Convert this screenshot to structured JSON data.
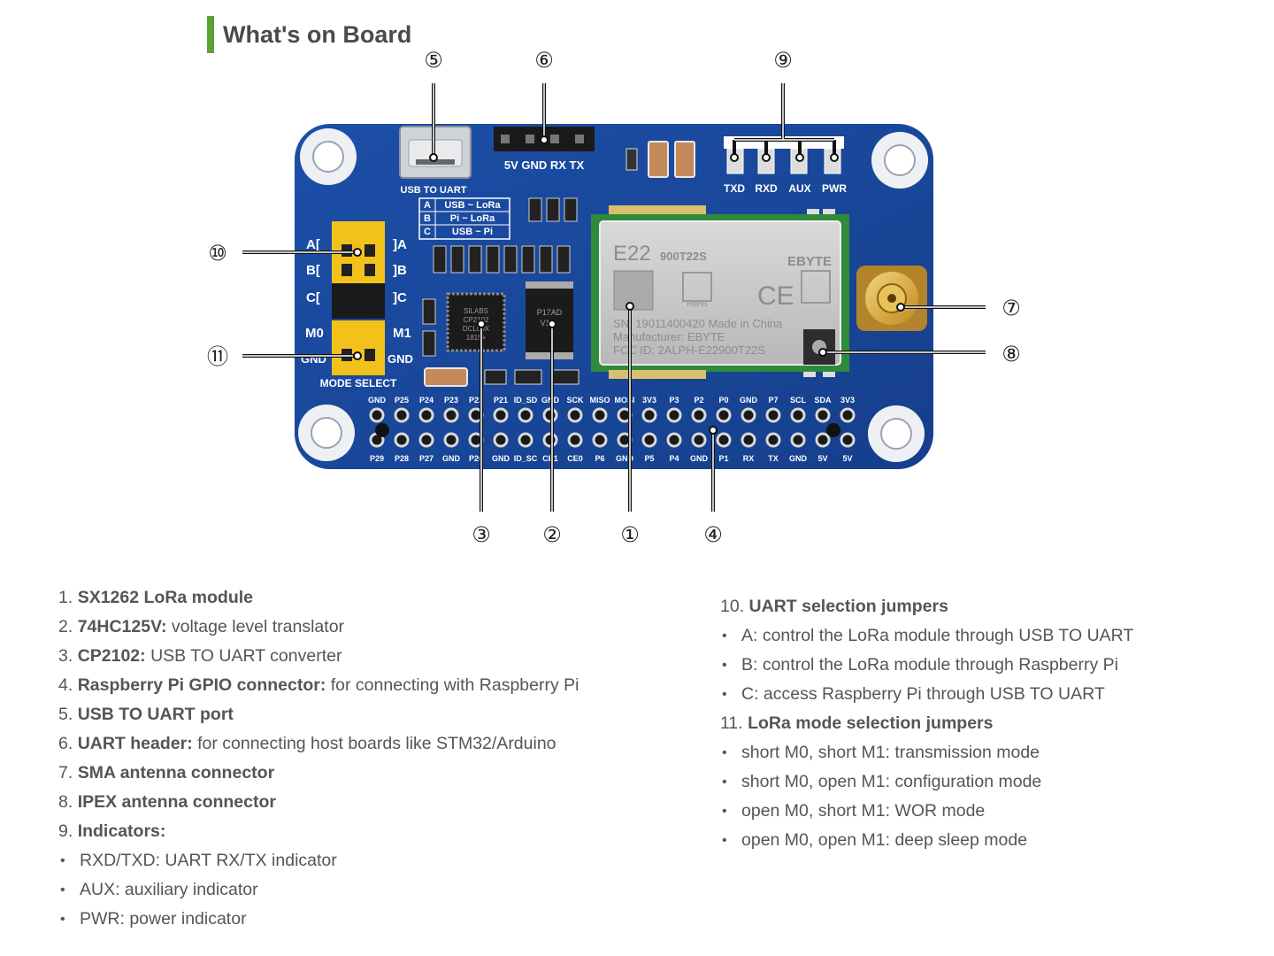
{
  "header": {
    "title": "What's on Board"
  },
  "board": {
    "usb_label": "USB TO UART",
    "uart_header_label": "5V GND RX TX",
    "mode_table": [
      {
        "key": "A",
        "value": "USB ~ LoRa"
      },
      {
        "key": "B",
        "value": "Pi ~ LoRa"
      },
      {
        "key": "C",
        "value": "USB ~ Pi"
      }
    ],
    "leds": [
      "TXD",
      "RXD",
      "AUX",
      "PWR"
    ],
    "jumper_left": [
      "A[",
      "B[",
      "C["
    ],
    "jumper_right": [
      "]A",
      "]B",
      "]C"
    ],
    "m0": "M0",
    "m1": "M1",
    "gnd_left": "GND",
    "gnd_right": "GND",
    "mode_select": "MODE SELECT",
    "module": {
      "model": "E22",
      "submodel": "900T22S",
      "brand": "EBYTE",
      "ce": "CE",
      "rohs": "RoHS",
      "sn": "SN: 19011400420  Made in China",
      "manufacturer": "Manufacturer: EBYTE",
      "fcc": "FCC ID: 2ALPH-E22900T22S"
    },
    "chip1": [
      "SILABS",
      "CP2102",
      "DCL00X",
      "1815+"
    ],
    "chip2": [
      "P17AD",
      "V1"
    ],
    "gpio_top": [
      "GND",
      "P25",
      "P24",
      "P23",
      "P22",
      "P21",
      "ID_SD",
      "GND",
      "SCK",
      "MISO",
      "MOSI",
      "3V3",
      "P3",
      "P2",
      "P0",
      "GND",
      "P7",
      "SCL",
      "SDA",
      "3V3"
    ],
    "gpio_bottom": [
      "P29",
      "P28",
      "P27",
      "GND",
      "P26",
      "GND",
      "ID_SC",
      "CE1",
      "CE0",
      "P6",
      "GND",
      "P5",
      "P4",
      "GND",
      "P1",
      "RX",
      "TX",
      "GND",
      "5V",
      "5V"
    ]
  },
  "callouts": [
    "①",
    "②",
    "③",
    "④",
    "⑤",
    "⑥",
    "⑦",
    "⑧",
    "⑨",
    "⑩",
    "⑪"
  ],
  "list": {
    "items": [
      {
        "num": "1.",
        "bold": "SX1262 LoRa module",
        "text": ""
      },
      {
        "num": "2.",
        "bold": "74HC125V:",
        "text": " voltage level translator"
      },
      {
        "num": "3.",
        "bold": "CP2102:",
        "text": " USB TO UART converter"
      },
      {
        "num": "4.",
        "bold": "Raspberry Pi GPIO connector:",
        "text": " for connecting with Raspberry Pi"
      },
      {
        "num": "5.",
        "bold": "USB TO UART port",
        "text": ""
      },
      {
        "num": "6.",
        "bold": "UART header:",
        "text": " for connecting host boards like STM32/Arduino"
      },
      {
        "num": "7.",
        "bold": "SMA antenna connector",
        "text": ""
      },
      {
        "num": "8.",
        "bold": "IPEX antenna connector",
        "text": ""
      },
      {
        "num": "9.",
        "bold": "Indicators:",
        "text": ""
      }
    ],
    "indicators": [
      "RXD/TXD: UART RX/TX indicator",
      "AUX: auxiliary indicator",
      "PWR: power indicator"
    ],
    "item10": {
      "num": "10.",
      "bold": "UART selection jumpers"
    },
    "uart_jumpers": [
      "A: control the LoRa module through USB TO UART",
      "B: control the LoRa module through Raspberry Pi",
      "C: access Raspberry Pi through USB TO UART"
    ],
    "item11": {
      "num": "11.",
      "bold": "LoRa mode selection jumpers"
    },
    "lora_modes": [
      "short M0, short M1: transmission mode",
      "short M0, open M1: configuration mode",
      "open M0, short M1: WOR mode",
      "open M0, open M1: deep sleep mode"
    ]
  }
}
